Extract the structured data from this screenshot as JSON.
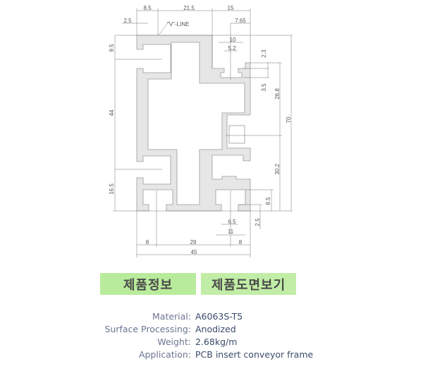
{
  "drawing": {
    "dims": {
      "top_a": "8.5",
      "top_b": "21.5",
      "top_c": "15",
      "slot_left": "2.5",
      "vline": "\"V\"-LINE",
      "offset_right": "7.65",
      "slot_w": "10",
      "slot_open": "5.2",
      "lip": "2.3",
      "slot_depth": "3.5",
      "h_a": "26.8",
      "total_h": "70",
      "left_a": "9.5",
      "left_b": "44",
      "left_c": "16.5",
      "h_b": "30.2",
      "bot_depth": "8.5",
      "bot_lip": "2.5",
      "bot_open": "6.5",
      "bot_w": "11",
      "bot_a": "8",
      "bot_b": "29",
      "bot_c": "8",
      "total_w": "45"
    },
    "colors": {
      "profile_fill": "#e6e6e6",
      "profile_stroke": "#9a9a9a"
    }
  },
  "tabs": {
    "info": "제품정보",
    "drawing": "제품도면보기"
  },
  "specs": [
    {
      "label": "Material:",
      "value": "A6063S-T5"
    },
    {
      "label": "Surface Processing:",
      "value": "Anodized"
    },
    {
      "label": "Weight:",
      "value": "2.68kg/m"
    },
    {
      "label": "Application:",
      "value": "PCB insert conveyor frame"
    }
  ]
}
